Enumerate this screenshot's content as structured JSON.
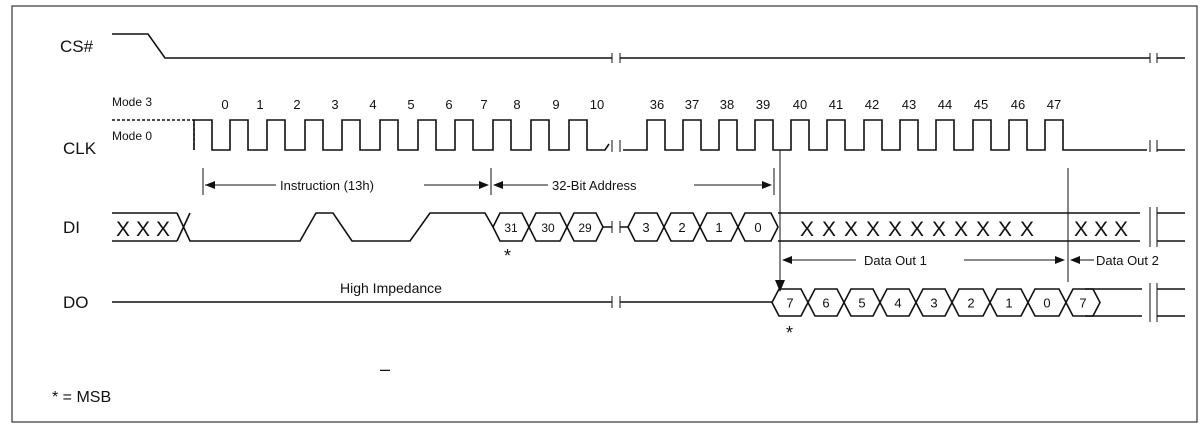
{
  "signals": {
    "cs": "CS#",
    "clk": "CLK",
    "di": "DI",
    "do": "DO"
  },
  "modes": {
    "mode3": "Mode 3",
    "mode0": "Mode 0"
  },
  "clock_numbers": [
    "0",
    "1",
    "2",
    "3",
    "4",
    "5",
    "6",
    "7",
    "8",
    "9",
    "10",
    "36",
    "37",
    "38",
    "39",
    "40",
    "41",
    "42",
    "43",
    "44",
    "45",
    "46",
    "47"
  ],
  "annotations": {
    "instruction": "Instruction (13h)",
    "address": "32-Bit Address",
    "data_out_1": "Data Out 1",
    "data_out_2": "Data Out 2",
    "high_impedance": "High Impedance",
    "msb_mark": "*",
    "legend": "* = MSB",
    "stray_mark": "–"
  },
  "di_bits": {
    "high": [
      "31",
      "30",
      "29"
    ],
    "low": [
      "3",
      "2",
      "1",
      "0"
    ]
  },
  "do_bits": [
    "7",
    "6",
    "5",
    "4",
    "3",
    "2",
    "1",
    "0",
    "7"
  ],
  "cross_glyph": "X",
  "colors": {
    "ink": "#111111",
    "frame": "#333333"
  }
}
